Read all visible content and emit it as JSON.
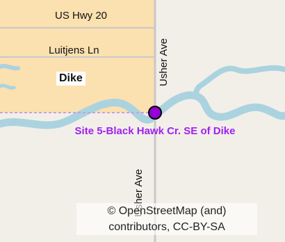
{
  "map": {
    "colors": {
      "land": "#f2efe9",
      "urban": "#fbe0b0",
      "water": "#aad3df",
      "road": "#c8c8c8",
      "boundary": "#c9a0dc",
      "marker": "#9400d3",
      "site_text": "#a020f0"
    },
    "roads": {
      "us_hwy_20": "US Hwy 20",
      "luitjens_ln": "Luitjens Ln",
      "usher_ave_north": "Usher Ave",
      "usher_ave_south": "Usher Ave"
    },
    "town": "Dike",
    "site": {
      "label": "Site 5-Black Hawk Cr. SE of Dike",
      "marker_icon": "circle-marker-icon"
    },
    "attribution": {
      "line1": "© OpenStreetMap (and)",
      "line2": "contributors, CC-BY-SA"
    }
  }
}
